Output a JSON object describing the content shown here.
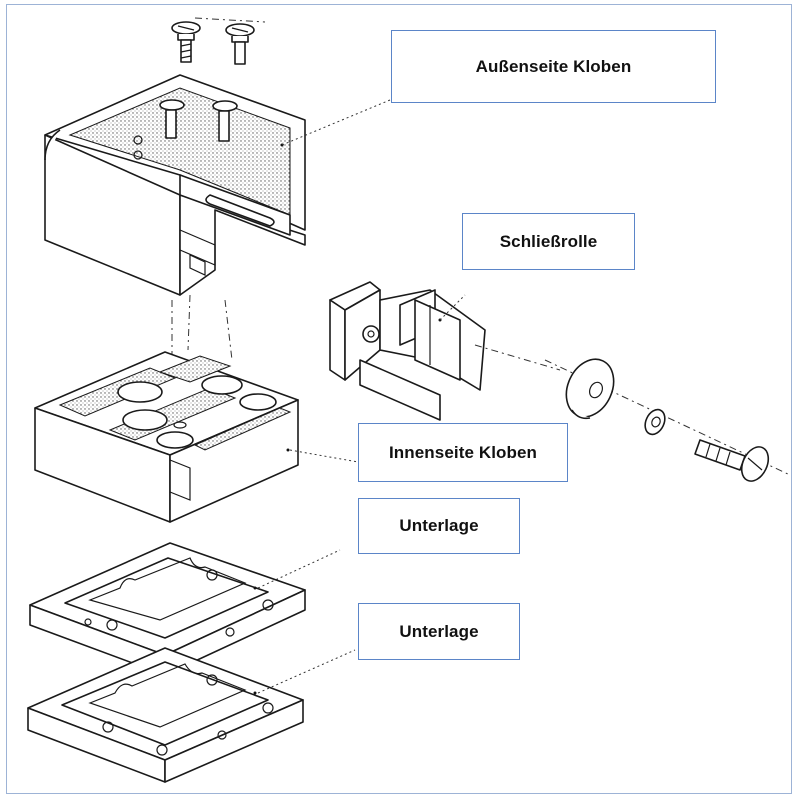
{
  "labels": {
    "aussenseite": "Außenseite Kloben",
    "schliessrolle": "Schließrolle",
    "innenseite": "Innenseite Kloben",
    "unterlage_1": "Unterlage",
    "unterlage_2": "Unterlage"
  },
  "colors": {
    "frame_border": "#9db3d6",
    "callout_border": "#5b85c8",
    "line": "#1a1a1a"
  }
}
